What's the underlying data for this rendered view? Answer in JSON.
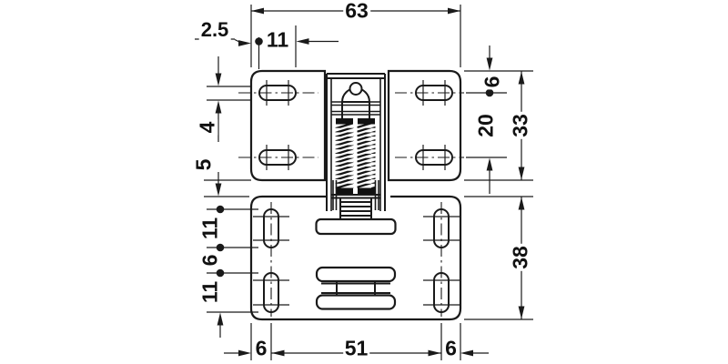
{
  "drawing": {
    "background": "#ffffff",
    "line_color": "#1a1a1a",
    "dims": {
      "overall_width": "63",
      "edge_offset": "2.5",
      "top_slot_length": "11",
      "top_slot_width": "4",
      "plate_gap": "5",
      "right_edge_to_slot_center": "6",
      "slot_row_spacing": "20",
      "upper_plate_height": "33",
      "lower_plate_height": "38",
      "lower_slot_upper_length": "11",
      "lower_slot_gap": "6",
      "lower_slot_lower_length": "11",
      "bottom_margin_left": "6",
      "bottom_center_span": "51",
      "bottom_margin_right": "6"
    }
  }
}
